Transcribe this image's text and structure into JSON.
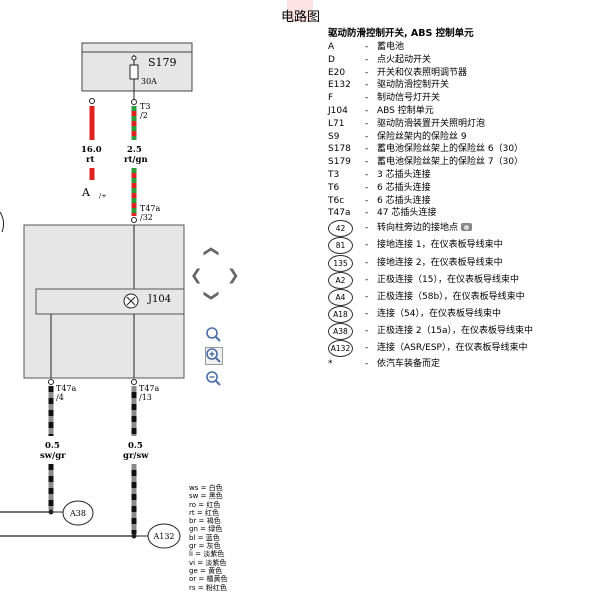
{
  "page_title": "电路图",
  "diagram": {
    "fuse_label": "S179",
    "fuse_rating": "30A",
    "conn_top": "T3",
    "conn_top_pin": "/2",
    "wire_left_size": "16.0",
    "wire_left_color": "rt",
    "wire_mid_size": "2.5",
    "wire_mid_color": "rt/gn",
    "node_a": "A",
    "node_a_sign": "/+",
    "conn_mid": "T47a",
    "conn_mid_pin": "/32",
    "module_label": "J104",
    "conn_bl": "T47a",
    "conn_bl_pin": "/4",
    "conn_br": "T47a",
    "conn_br_pin": "/13",
    "wire_bl_size": "0.5",
    "wire_bl_color": "sw/gr",
    "wire_br_size": "0.5",
    "wire_br_color": "gr/sw",
    "ground_a38": "A38",
    "ground_a132": "A132",
    "colors": {
      "red": "#e0211d",
      "green": "#2c9b3c",
      "black": "#111111",
      "grey": "#8a8a8a",
      "module_fill": "#e6e6e6"
    }
  },
  "legend": {
    "heading": "驱动防滑控制开关, ABS 控制单元",
    "items": [
      {
        "code": "A",
        "desc": "蓄电池"
      },
      {
        "code": "D",
        "desc": "点火起动开关"
      },
      {
        "code": "E20",
        "desc": "开关和仪表照明调节器"
      },
      {
        "code": "E132",
        "desc": "驱动防滑控制开关"
      },
      {
        "code": "F",
        "desc": "制动信号灯开关"
      },
      {
        "code": "J104",
        "desc": "ABS 控制单元"
      },
      {
        "code": "L71",
        "desc": "驱动防滑装置开关照明灯泡"
      },
      {
        "code": "S9",
        "desc": "保险丝架内的保险丝 9"
      },
      {
        "code": "S178",
        "desc": "蓄电池保险丝架上的保险丝 6（30）"
      },
      {
        "code": "S179",
        "desc": "蓄电池保险丝架上的保险丝 7（30）"
      },
      {
        "code": "T3",
        "desc": "3 芯插头连接"
      },
      {
        "code": "T6",
        "desc": "6 芯插头连接"
      },
      {
        "code": "T6c",
        "desc": "6 芯插头连接"
      },
      {
        "code": "T47a",
        "desc": "47 芯插头连接"
      }
    ],
    "circled": [
      {
        "code": "42",
        "desc": "转向柱旁边的接地点",
        "camera": true
      },
      {
        "code": "81",
        "desc": "接地连接 1，在仪表板导线束中"
      },
      {
        "code": "135",
        "desc": "接地连接 2，在仪表板导线束中"
      },
      {
        "code": "A2",
        "desc": "正极连接（15），在仪表板导线束中"
      },
      {
        "code": "A4",
        "desc": "正极连接（58b），在仪表板导线束中"
      },
      {
        "code": "A18",
        "desc": "连接（54），在仪表板导线束中"
      },
      {
        "code": "A38",
        "desc": "正极连接 2（15a），在仪表板导线束中"
      },
      {
        "code": "A132",
        "desc": "连接（ASR/ESP），在仪表板导线束中"
      }
    ],
    "footnote": {
      "code": "*",
      "desc": "依汽车装备而定"
    }
  },
  "color_codes": [
    "ws = 白色",
    "sw = 黑色",
    "ro = 红色",
    "rt = 红色",
    "br = 褐色",
    "gn = 绿色",
    "bl = 蓝色",
    "gr = 灰色",
    "li = 淡紫色",
    "vi = 淡紫色",
    "ge = 黄色",
    "or = 橘黄色",
    "rs = 粉红色"
  ],
  "nav_icons": [
    "chevron-up-left-icon",
    "chevron-up-right-icon",
    "chevron-left-icon",
    "chevron-right-icon",
    "chevron-down-icon"
  ],
  "zoom_icons": [
    "zoom-in-icon",
    "zoom-fit-icon",
    "zoom-out-icon"
  ]
}
